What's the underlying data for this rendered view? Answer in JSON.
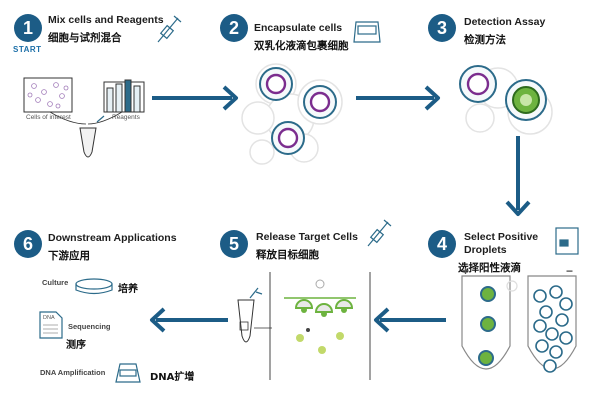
{
  "steps": [
    {
      "num": "1",
      "title": "Mix cells and Reagents",
      "title_cn": "细胞与试剂混合"
    },
    {
      "num": "2",
      "title": "Encapsulate cells",
      "title_cn": "双乳化液滴包裹细胞"
    },
    {
      "num": "3",
      "title": "Detection Assay",
      "title_cn": "检测方法"
    },
    {
      "num": "4",
      "title": "Select Positive",
      "title2": "Droplets",
      "title_cn": "选择阳性液滴"
    },
    {
      "num": "5",
      "title": "Release Target Cells",
      "title_cn": "释放目标细胞"
    },
    {
      "num": "6",
      "title": "Downstream Applications",
      "title_cn": "下游应用"
    }
  ],
  "start_label": "START",
  "step1_labels": {
    "cells": "Cells of interest",
    "reagents": "Reagents"
  },
  "step4_signs": {
    "plus": "+",
    "minus": "−"
  },
  "applications": [
    {
      "en": "Culture",
      "cn": "培养"
    },
    {
      "en": "Sequencing",
      "cn": "测序"
    },
    {
      "en": "DNA Amplification",
      "cn": "DNA扩增"
    }
  ],
  "doc_icon_text": "DNA",
  "colors": {
    "badge": "#1c5c86",
    "arrow": "#1c5c86",
    "positive": "#6db33f",
    "cell": "#7b2d8e",
    "droplet_ring": "#2c6b8a"
  }
}
